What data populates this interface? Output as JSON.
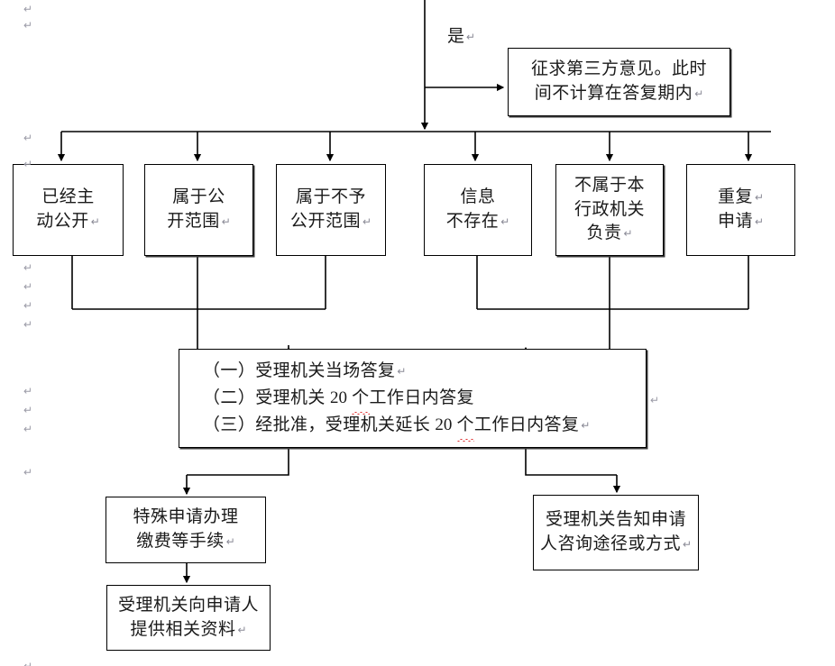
{
  "document": {
    "type": "flowchart",
    "language": "zh-CN",
    "title": "政府信息公开申请办理流程图（局部）"
  },
  "edge_labels": {
    "yes": "是",
    "yes_mark": "↵"
  },
  "third_party_box": {
    "name": "third-party-opinion-box",
    "line1": "征求第三方意见。此时",
    "line2": "间不计算在答复期内",
    "mark": "↵"
  },
  "outcome_boxes": [
    {
      "name": "already-disclosed",
      "lines": [
        "已经主",
        "动公开"
      ],
      "mark": "↵"
    },
    {
      "name": "within-disclosure-scope",
      "lines": [
        "属于公",
        "开范围"
      ],
      "mark": "↵"
    },
    {
      "name": "non-disclosure-scope",
      "lines": [
        "属于不予",
        "公开范围"
      ],
      "mark": "↵"
    },
    {
      "name": "information-not-exist",
      "lines": [
        "信息",
        "不存在"
      ],
      "mark": "↵"
    },
    {
      "name": "not-this-agency",
      "lines": [
        "不属于本",
        "行政机关",
        "负责"
      ],
      "mark": "↵"
    },
    {
      "name": "duplicate-application",
      "lines": [
        "重复",
        "申请"
      ],
      "mark": "↵"
    }
  ],
  "reply_list_box": {
    "name": "reply-deadline-box",
    "items": [
      {
        "prefix": "（一）",
        "text": "受理机关当场答复",
        "mark": "↵"
      },
      {
        "prefix": "（二）",
        "text_before": "受理机关 ",
        "number": "20",
        "spellcheck_word": "个",
        "text_after": "工作日内答复",
        "mark": ""
      },
      {
        "prefix": "（三）",
        "text_before": "经批准，受理机关延长 ",
        "number": "20",
        "spellcheck_word": "个",
        "text_after": "工作日内答复",
        "mark": "↵"
      }
    ],
    "outside_mark": "↵"
  },
  "bottom_boxes": [
    {
      "name": "special-application-fee",
      "lines": [
        "特殊申请办理",
        "缴费等手续"
      ],
      "mark": "↵"
    },
    {
      "name": "agency-provides-materials",
      "lines": [
        "受理机关向申请人",
        "提供相关资料"
      ],
      "mark": "↵"
    },
    {
      "name": "agency-informs-channel",
      "lines": [
        "受理机关告知申请",
        "人咨询途径或方式"
      ],
      "mark": "↵"
    }
  ],
  "margin_marks": {
    "glyph": "↵",
    "positions_y": [
      4,
      22,
      147,
      176,
      291,
      312,
      333,
      354,
      428,
      449,
      470,
      518,
      733
    ]
  },
  "colors": {
    "line": "#000000",
    "shadow": "#3a3a3a",
    "text": "#1a1a1a",
    "mark": "#9a9aa6",
    "spellcheck": "#e03131",
    "background": "#ffffff"
  }
}
